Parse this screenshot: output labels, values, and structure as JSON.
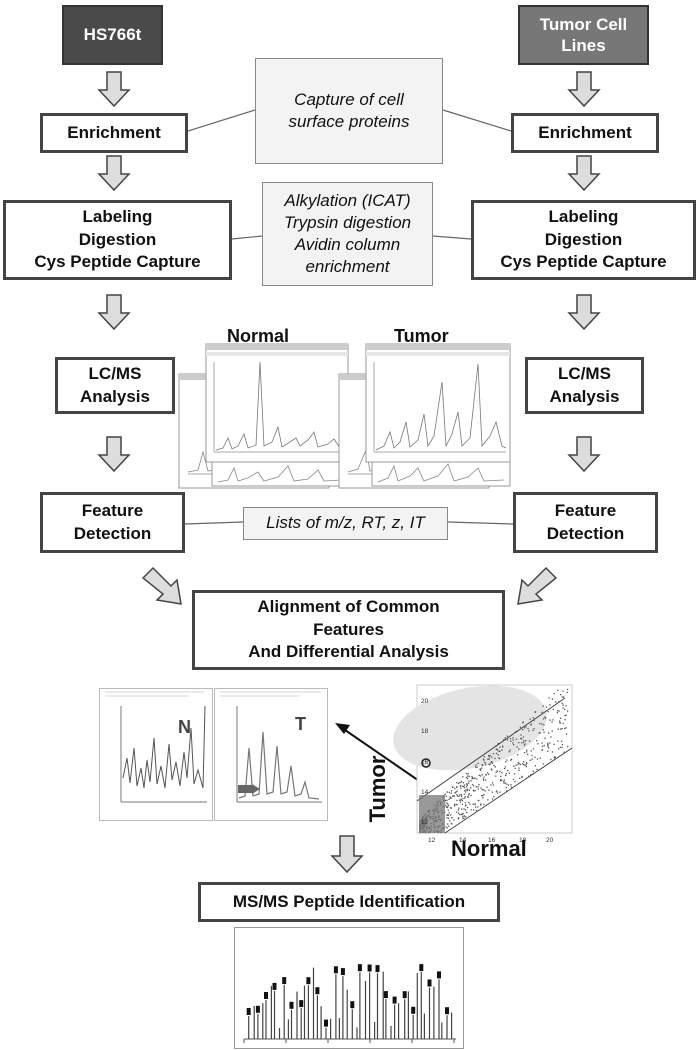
{
  "sources": {
    "left": "HS766t",
    "right_line1": "Tumor Cell",
    "right_line2": "Lines"
  },
  "steps": {
    "enrichment": "Enrichment",
    "labeling_line1": "Labeling",
    "labeling_line2": "Digestion",
    "labeling_line3": "Cys Peptide Capture",
    "lcms_line1": "LC/MS",
    "lcms_line2": "Analysis",
    "feature_line1": "Feature",
    "feature_line2": "Detection"
  },
  "notes": {
    "capture_line1": "Capture of cell",
    "capture_line2": "surface proteins",
    "alkylation_line1": "Alkylation (ICAT)",
    "alkylation_line2": "Trypsin digestion",
    "alkylation_line3": "Avidin column",
    "alkylation_line4": "enrichment",
    "lists": "Lists of m/z, RT, z, IT"
  },
  "spectra_labels": {
    "normal": "Normal",
    "tumor": "Tumor"
  },
  "alignment": {
    "line1": "Alignment of Common",
    "line2": "Features",
    "line3": "And Differential Analysis"
  },
  "peak_panels": {
    "left_letter": "N",
    "right_letter": "T"
  },
  "scatter": {
    "ylabel": "Tumor",
    "xlabel": "Normal",
    "x_ticks": [
      "12",
      "14",
      "16",
      "18",
      "20"
    ],
    "y_ticks": [
      "12",
      "14",
      "16",
      "18",
      "20"
    ]
  },
  "msms": {
    "title": "MS/MS Peptide Identification"
  }
}
